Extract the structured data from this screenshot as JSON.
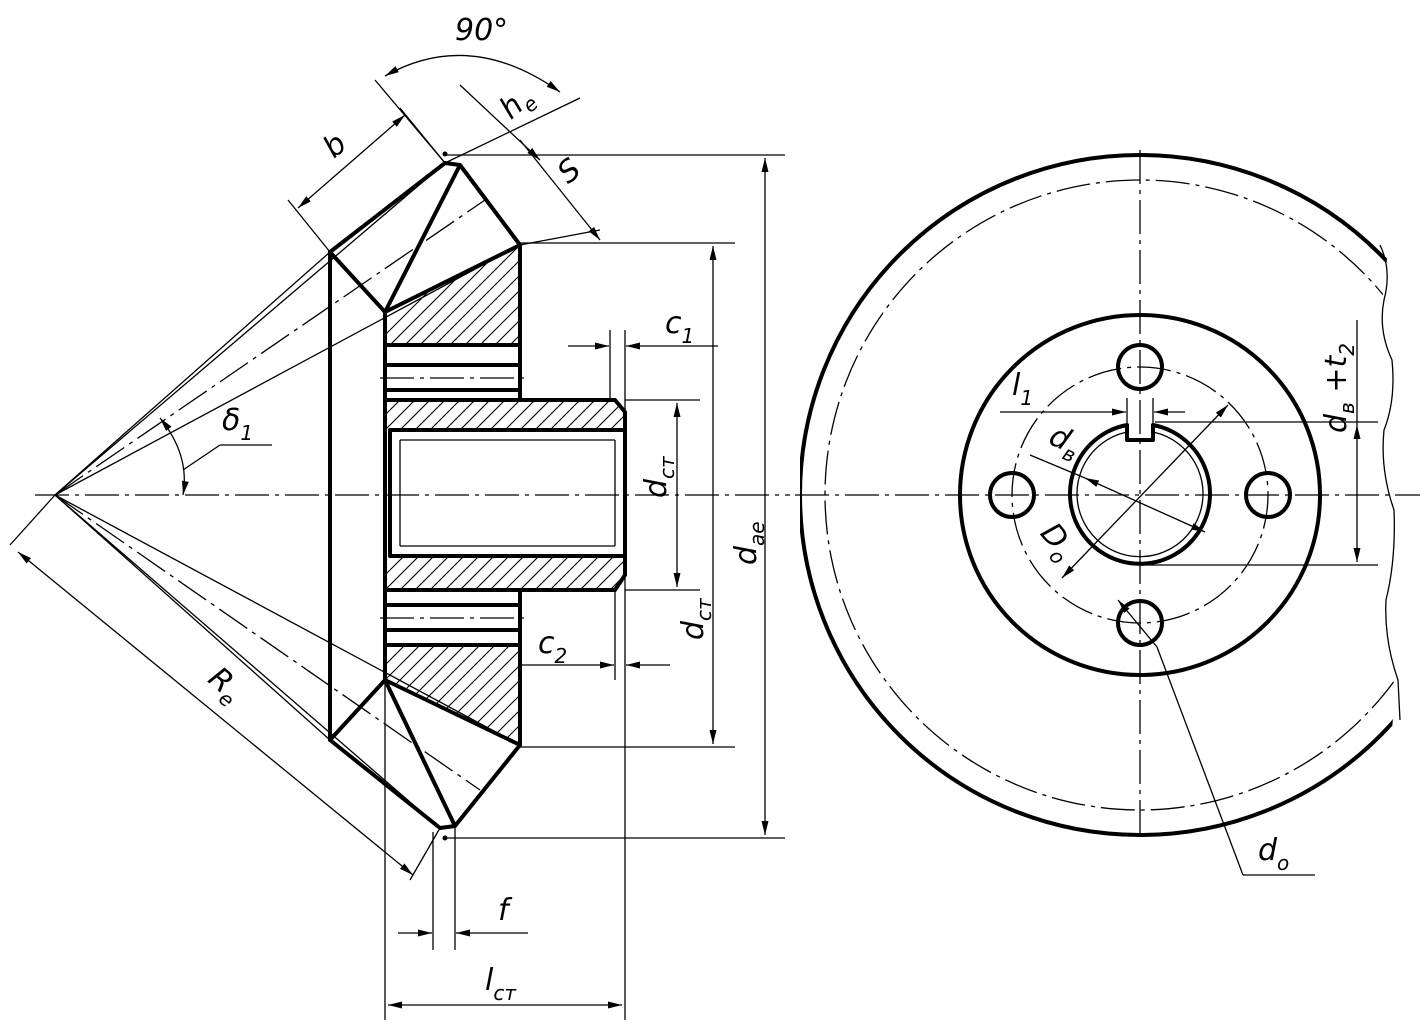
{
  "labels": {
    "angle": "90°",
    "he_main": "h",
    "he_sub": "e",
    "s": "S",
    "b": "b",
    "delta_main": "δ",
    "delta_sub": "1",
    "c1_main": "c",
    "c1_sub": "1",
    "c2_main": "c",
    "c2_sub": "2",
    "dst1_main": "d",
    "dst1_sub": "ст",
    "dst2_main": "d",
    "dst2_sub": "ст",
    "dae_main": "d",
    "dae_sub": "ae",
    "re_main": "R",
    "re_sub": "e",
    "f": "f",
    "lst_main": "l",
    "lst_sub": "ст",
    "l1_main": "l",
    "l1_sub": "1",
    "dv_main": "d",
    "dv_sub": "в",
    "D0_main": "D",
    "D0_sub": "o",
    "dvt2_text": "d",
    "dvt2_sub1": "в",
    "dvt2_plus": " +t",
    "dvt2_sub2": "2",
    "d0_main": "d",
    "d0_sub": "o"
  }
}
